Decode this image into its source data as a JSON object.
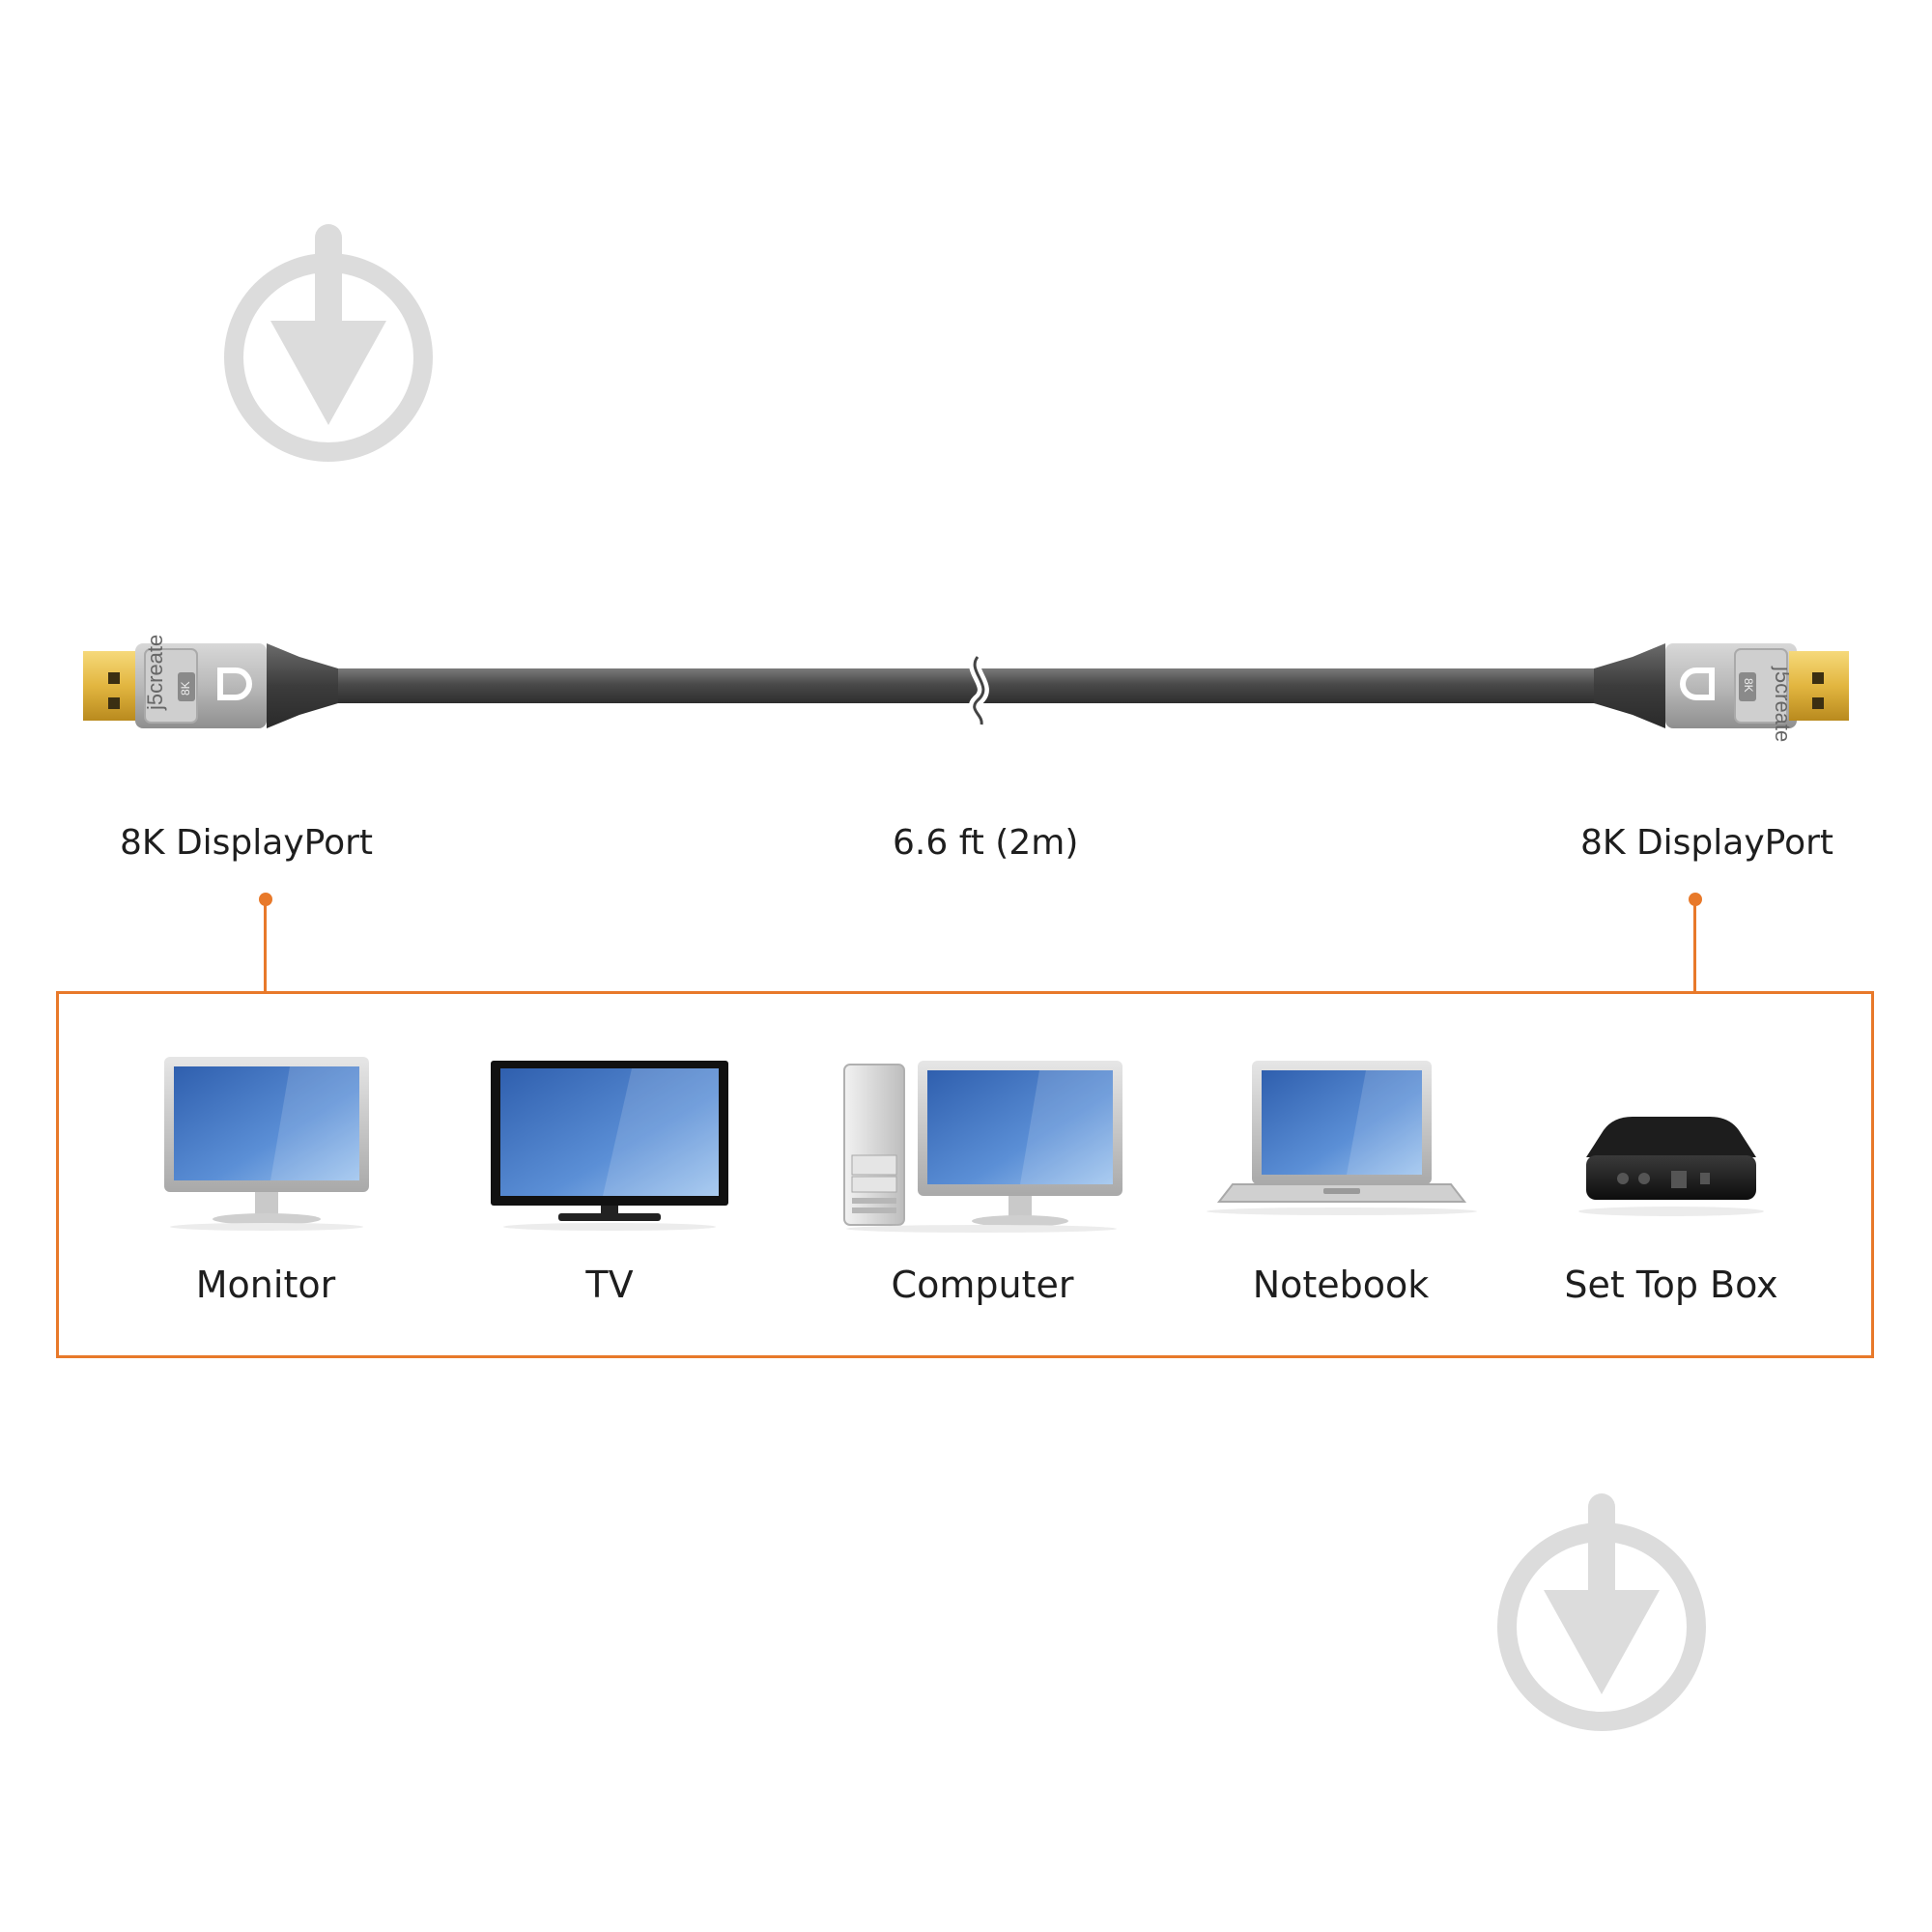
{
  "watermark": {
    "icon": "download-arrow-icon",
    "color": "#dcdcdc"
  },
  "cable": {
    "left_connector_label": "8K DisplayPort",
    "right_connector_label": "8K DisplayPort",
    "length_label": "6.6 ft (2m)",
    "connector_brand_text": "j5create",
    "connector_badge_text": "8K",
    "accent_color": "#e8792a"
  },
  "devices": [
    {
      "label": "Monitor",
      "icon": "monitor-icon"
    },
    {
      "label": "TV",
      "icon": "tv-icon"
    },
    {
      "label": "Computer",
      "icon": "desktop-computer-icon"
    },
    {
      "label": "Notebook",
      "icon": "notebook-icon"
    },
    {
      "label": "Set Top Box",
      "icon": "set-top-box-icon"
    }
  ]
}
